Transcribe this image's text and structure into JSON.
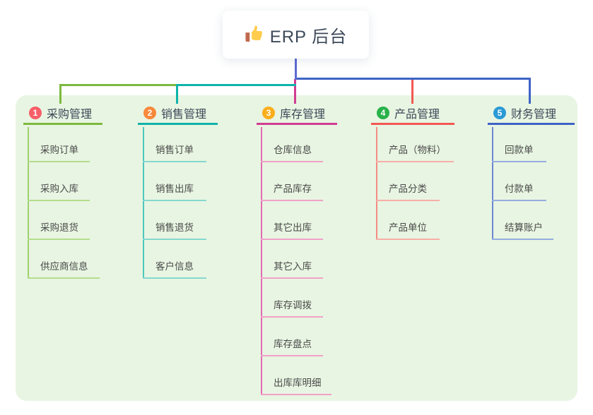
{
  "root": {
    "title": "ERP 后台",
    "icon": "thumbs-up-icon"
  },
  "branches": [
    {
      "badge": "1",
      "label": "采购管理",
      "badge_color": "#f85e68",
      "line_color": "#7cb93f",
      "items": [
        "采购订单",
        "采购入库",
        "采购退货",
        "供应商信息"
      ]
    },
    {
      "badge": "2",
      "label": "销售管理",
      "badge_color": "#f8883a",
      "line_color": "#0fb3a9",
      "items": [
        "销售订单",
        "销售出库",
        "销售退货",
        "客户信息"
      ]
    },
    {
      "badge": "3",
      "label": "库存管理",
      "badge_color": "#fbae1b",
      "line_color": "#d23c94",
      "items": [
        "仓库信息",
        "产品库存",
        "其它出库",
        "其它入库",
        "库存调拨",
        "库存盘点",
        "出库库明细"
      ]
    },
    {
      "badge": "4",
      "label": "产品管理",
      "badge_color": "#29b24a",
      "line_color": "#f25853",
      "items": [
        "产品（物料）",
        "产品分类",
        "产品单位"
      ]
    },
    {
      "badge": "5",
      "label": "财务管理",
      "badge_color": "#2a9ad6",
      "line_color": "#3e63c6",
      "items": [
        "回款单",
        "付款单",
        "结算账户"
      ]
    }
  ],
  "colors": {
    "panel_bg": "#e8f5e2",
    "trunk": "#5b6ad0",
    "branch_light": [
      "#b4dd8c",
      "#85d8cf",
      "#f1a1c9",
      "#f8ada8",
      "#95acdf"
    ]
  }
}
